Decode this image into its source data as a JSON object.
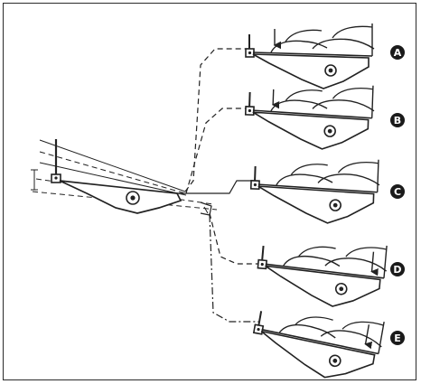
{
  "figure": {
    "labels": [
      "A",
      "B",
      "C",
      "D",
      "E"
    ]
  }
}
